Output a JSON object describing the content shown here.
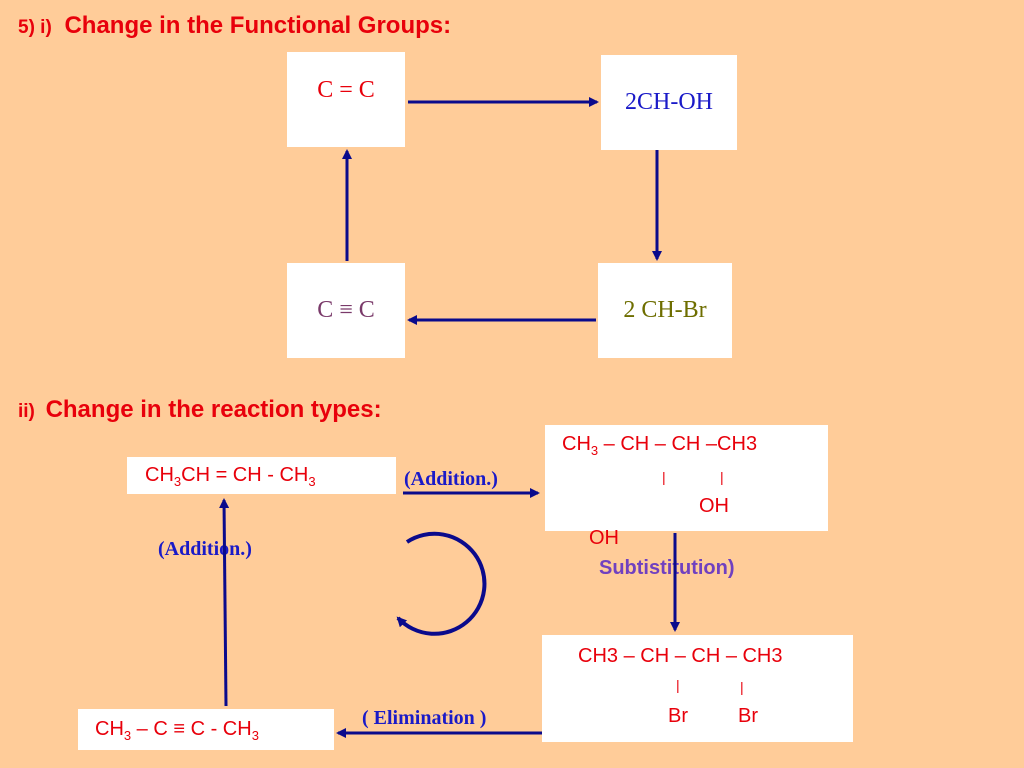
{
  "section1": {
    "number": "5)  i)",
    "heading": "Change in the Functional  Groups:",
    "nodes": {
      "alkene": "C = C",
      "diol": "2CH-OH",
      "dibromide": "2 CH-Br",
      "alkyne": "C ≡ C"
    }
  },
  "section2": {
    "number": "ii)",
    "heading": "Change in the reaction  types:",
    "butene": {
      "main": "CH",
      "sub1": "3",
      "rest": "CH = CH  - CH",
      "sub2": "3"
    },
    "diol": {
      "line1_main": "CH",
      "line1_sub": "3",
      "line1_rest": " – CH – CH –CH3",
      "bar": "|",
      "oh_inner": "OH",
      "oh_outer": "OH"
    },
    "dibromide": {
      "line1": "CH3 – CH – CH – CH3",
      "bar": "|",
      "br1": "Br",
      "br2": "Br"
    },
    "butyne": {
      "main": "CH",
      "sub1": "3",
      "rest": " – C ≡ C - CH",
      "sub2": "3"
    },
    "labels": {
      "addition_right": "(Addition.)",
      "addition_left": "(Addition.)",
      "substitution": "Subtistitution)",
      "elimination": "( Elimination )"
    }
  },
  "colors": {
    "background": "#FFCC99",
    "heading": "#E8000B",
    "arrow": "#0A0A8C",
    "reaction_label": "#1A1AC8"
  }
}
